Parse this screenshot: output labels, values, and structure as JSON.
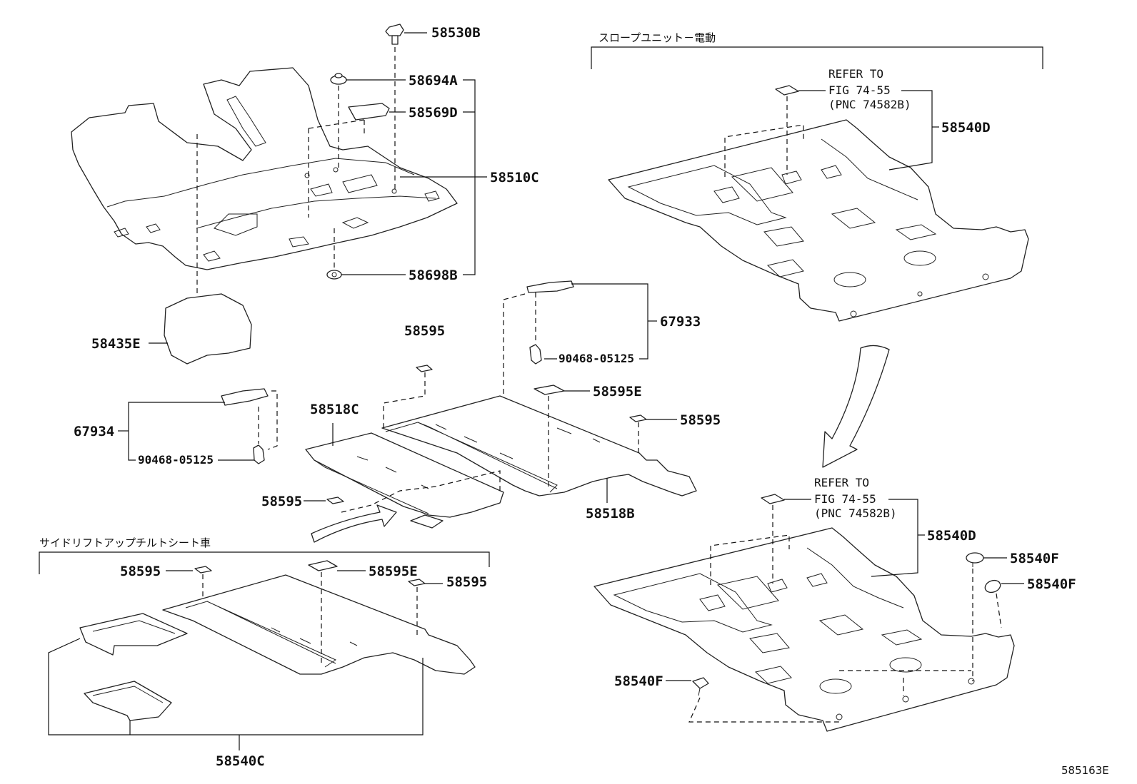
{
  "diagram_code": "585163E",
  "groups": {
    "slope_unit_electric": "スロープユニット－電動",
    "side_lift_tilt_seat": "サイドリフトアップチルトシート車"
  },
  "labels": {
    "p58530B": "58530B",
    "p58694A": "58694A",
    "p58569D": "58569D",
    "p58510C": "58510C",
    "p58698B": "58698B",
    "p58435E": "58435E",
    "p58595_top": "58595",
    "p67933": "67933",
    "p90468_right": "90468-05125",
    "p58595E_mid": "58595E",
    "p58595_mid_right": "58595",
    "p58518C": "58518C",
    "p67934": "67934",
    "p90468_left": "90468-05125",
    "p58595_mid_left": "58595",
    "p58518B": "58518B",
    "p58595_bottom_left": "58595",
    "p58595E_bottom": "58595E",
    "p58595_bottom_right": "58595",
    "p58540C": "58540C",
    "p58540D_top": "58540D",
    "p58540D_bottom": "58540D",
    "p58540F_a": "58540F",
    "p58540F_b": "58540F",
    "p58540F_c": "58540F"
  },
  "refer_top": {
    "line1": "REFER TO",
    "line2": "FIG 74-55",
    "line3": "(PNC 74582B)"
  },
  "refer_bottom": {
    "line1": "REFER TO",
    "line2": "FIG 74-55",
    "line3": "(PNC 74582B)"
  }
}
